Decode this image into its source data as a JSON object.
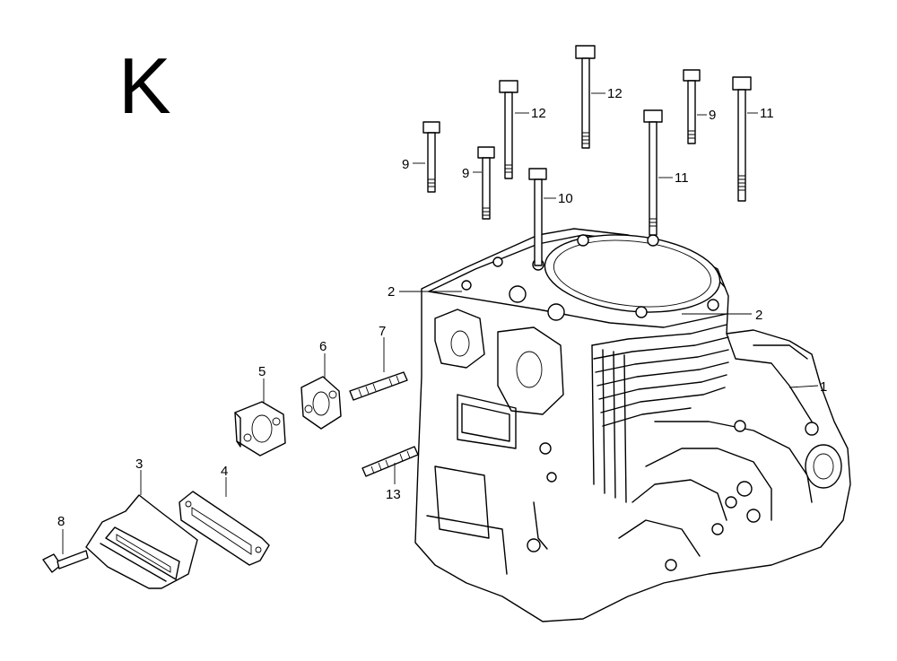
{
  "diagram": {
    "section_letter": "K",
    "callouts": {
      "c1": "1",
      "c2a": "2",
      "c2b": "2",
      "c3": "3",
      "c4": "4",
      "c5": "5",
      "c6": "6",
      "c7": "7",
      "c8": "8",
      "c9a": "9",
      "c9b": "9",
      "c9c": "9",
      "c10": "10",
      "c11a": "11",
      "c11b": "11",
      "c12a": "12",
      "c12b": "12",
      "c13": "13"
    }
  }
}
